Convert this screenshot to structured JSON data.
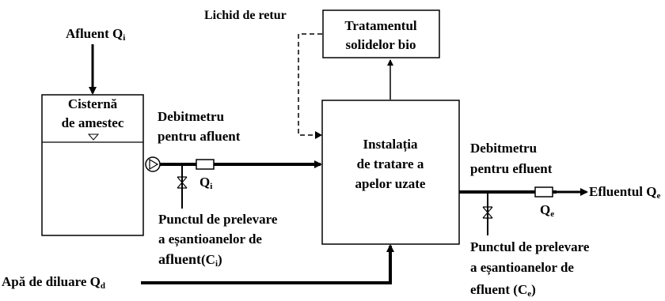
{
  "labels": {
    "afluent": "Afluent",
    "afluent_q": "Q",
    "afluent_q_sub": "i",
    "tank_title_1": "Cisternă",
    "tank_title_2": "de amestec",
    "debitmetru_afluent_1": "Debitmetru",
    "debitmetru_afluent_2": "pentru afluent",
    "qi_main": "Q",
    "qi_sub": "i",
    "sampling_afluent_1": "Punctul de prelevare",
    "sampling_afluent_2": "a eșantioanelor de",
    "sampling_afluent_3": "afluent",
    "sampling_afluent_c": "(C",
    "sampling_afluent_c_sub": "i",
    "sampling_afluent_c_close": ")",
    "apa_diluare": "Apă de diluare Q",
    "apa_diluare_sub": "d",
    "lichid_retur": "Lichid de retur",
    "tratament_1": "Tratamentul",
    "tratament_2": "solidelor bio",
    "instalatie_1": "Instalația",
    "instalatie_2": "de tratare a",
    "instalatie_3": "apelor uzate",
    "debitmetru_efluent_1": "Debitmetru",
    "debitmetru_efluent_2": "pentru efluent",
    "qe_main": "Q",
    "qe_sub": "e",
    "efluent": "Efluentul Q",
    "efluent_sub": "e",
    "sampling_efluent_1": "Punctul de prelevare",
    "sampling_efluent_2": "a eșantioanelor de",
    "sampling_efluent_3": "efluent (C",
    "sampling_efluent_c_sub": "e",
    "sampling_efluent_c_close": ")"
  }
}
